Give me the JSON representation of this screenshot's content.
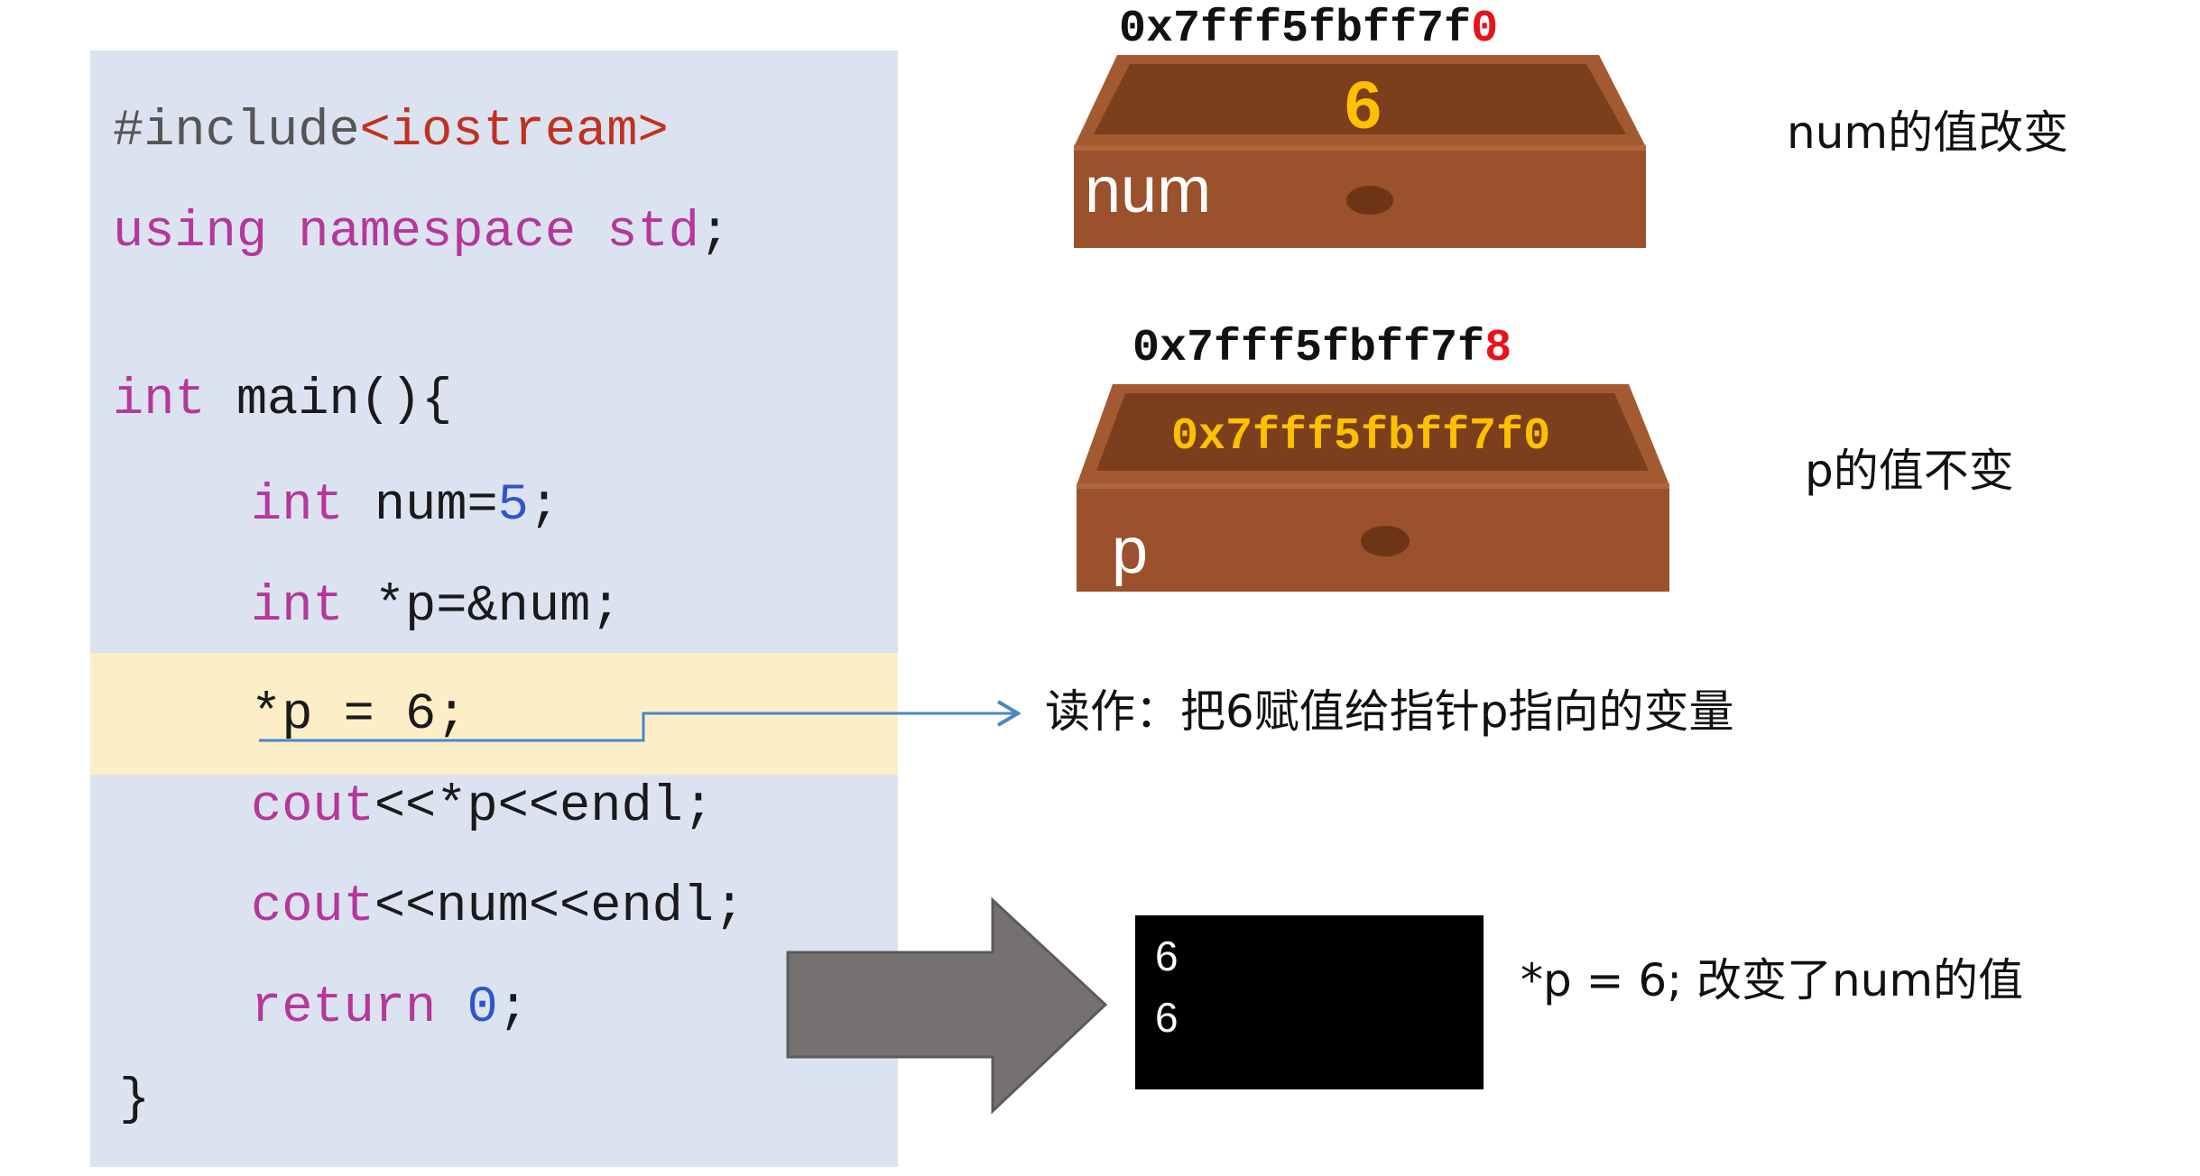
{
  "code": {
    "line1_include": "#include",
    "line1_header": "<iostream>",
    "line2_using": "using namespace std",
    "line2_semicolon": ";",
    "line3_int": "int",
    "line3_main": " main(){",
    "line4_int": "int",
    "line4_rest": " num=",
    "line4_value": "5",
    "line4_end": ";",
    "line5_int": "int",
    "line5_rest": " *p=&num;",
    "line6": "*p = 6;",
    "line7_cout": "cout",
    "line7_rest": "<<*p<<endl;",
    "line8_cout": "cout",
    "line8_rest": "<<num<<endl;",
    "line9_return": "return",
    "line9_value": "0",
    "line9_end": ";",
    "line10": "}"
  },
  "boxes": {
    "num": {
      "address_prefix": "0x7fff5fbff7f",
      "address_last": "0",
      "label": "num",
      "value": "6",
      "note": "num的值改变"
    },
    "p": {
      "address_prefix": "0x7fff5fbff7f",
      "address_last": "8",
      "label": "p",
      "value": "0x7fff5fbff7f0",
      "note": "p的值不变"
    }
  },
  "annotation": {
    "arrow_text": "读作：把6赋值给指针p指向的变量"
  },
  "console": {
    "lines": [
      "6",
      "6"
    ],
    "note": "*p = 6; 改变了num的值"
  },
  "colors": {
    "code_bg": "#dbe3f0",
    "highlight_bg": "#fcefc8",
    "box_front": "#9a512c",
    "box_inner": "#7b3f1d",
    "value_yellow": "#ffc000",
    "address_accent": "#e8121b",
    "arrow_gray": "#757170",
    "pointer_line": "#4a86c8"
  }
}
